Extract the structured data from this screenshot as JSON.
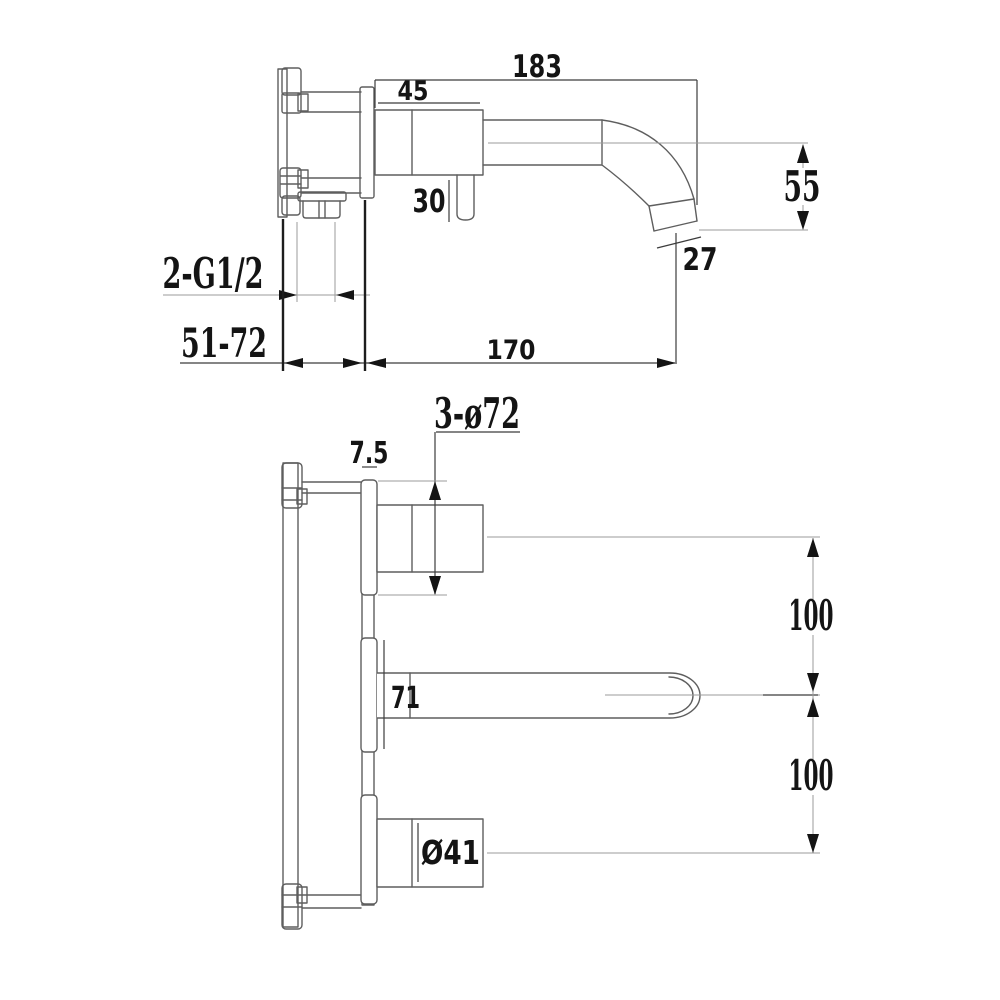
{
  "style": {
    "background": "#ffffff",
    "outline_color": "#5e5e5e",
    "dimension_line_color": "#9b9b9b",
    "ink_color": "#141414"
  },
  "labels": {
    "side": {
      "reach_overall": "183",
      "body_width": "45",
      "valve_length": "30",
      "spout_drop": "55",
      "spout_tip_dia": "27",
      "inlet_threads": "2-G1/2",
      "wall_depth": "51-72",
      "spout_reach": "170"
    },
    "front": {
      "escutcheon_dia": "3-ø72",
      "plate_thickness": "7.5",
      "spout_flange": "71",
      "handle_dia": "Ø41",
      "pitch_upper": "100",
      "pitch_lower": "100"
    }
  }
}
